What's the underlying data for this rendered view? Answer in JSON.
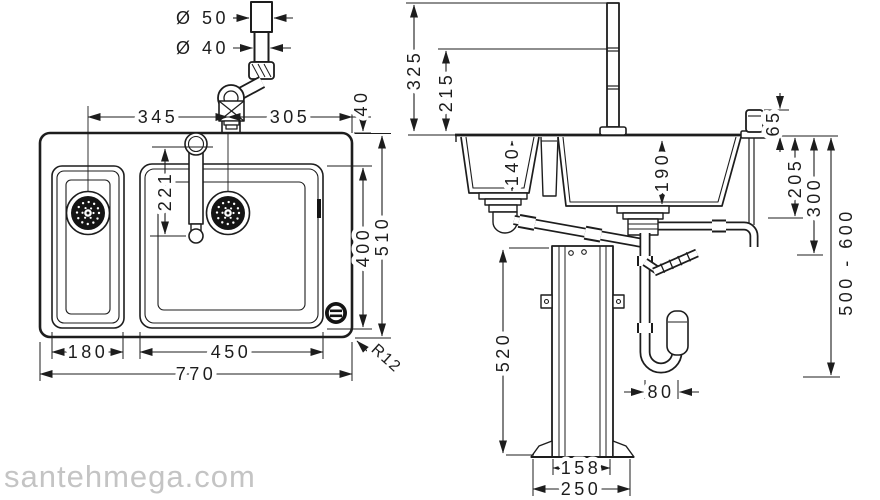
{
  "watermark": {
    "text": "santehmega.com"
  },
  "top_view": {
    "labels": {
      "d50": "Ø 50",
      "d40": "Ø 40"
    },
    "dims": {
      "drain_to_faucet": "345",
      "faucet_to_edge": "305",
      "rear_offset": "40",
      "spout_reach": "221",
      "small_bowl_width": "180",
      "main_bowl_width": "450",
      "overall_width": "770",
      "bowl_depth": "400",
      "overall_depth": "510",
      "corner_radius": "R12"
    }
  },
  "side_view": {
    "dims": {
      "faucet_top_height": "325",
      "spout_outlet_height": "215",
      "small_bowl_depth": "140",
      "main_bowl_depth": "190",
      "handle_height": "65",
      "waste_depth": "205",
      "trap_inlet_depth": "300",
      "outlet_range": "500 - 600",
      "frame_height": "520",
      "trap_offset": "80",
      "frame_width": "158",
      "base_width": "250"
    }
  }
}
